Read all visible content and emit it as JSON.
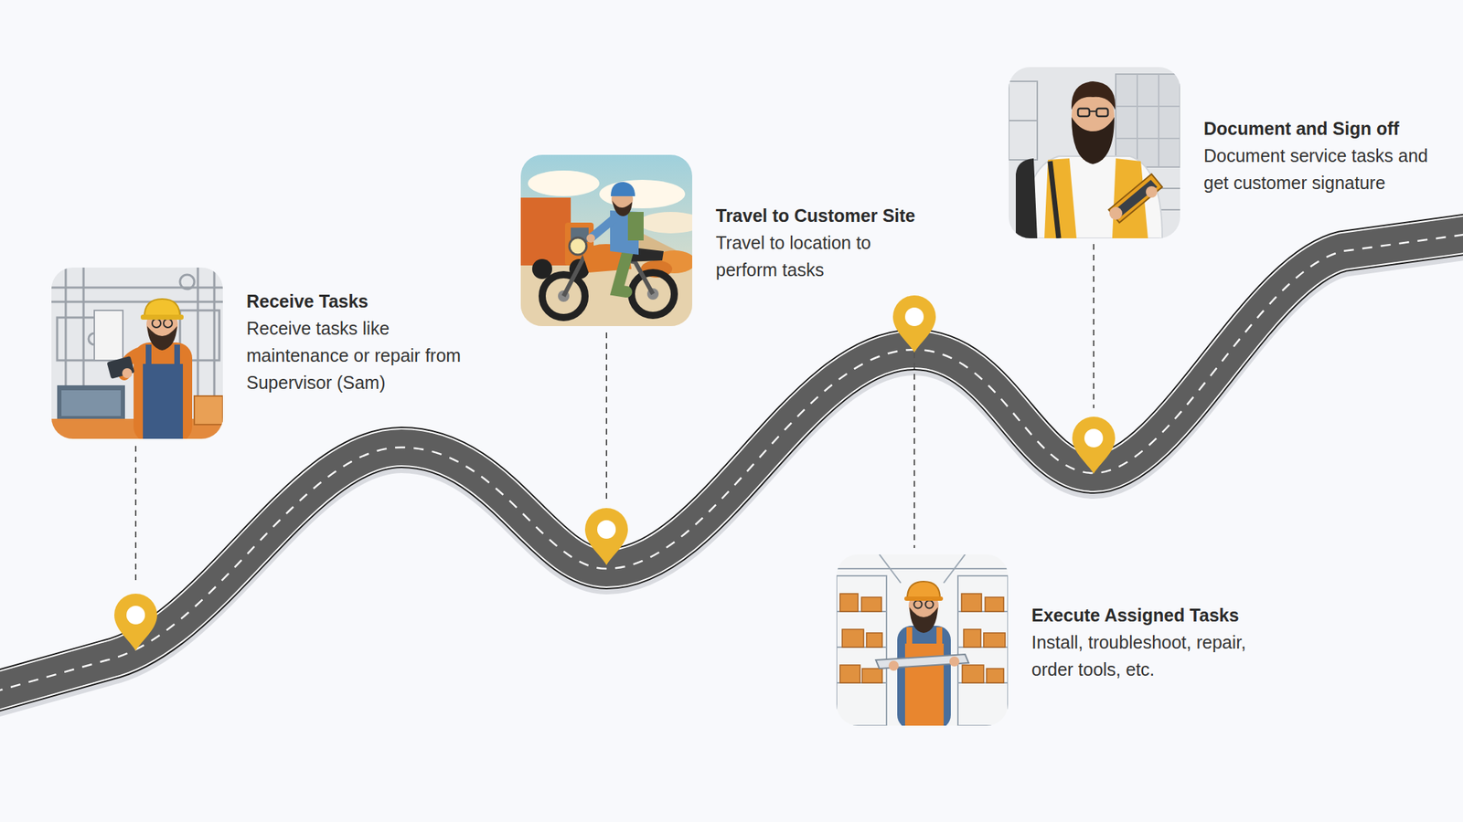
{
  "diagram": {
    "nodes": [
      {
        "text": [
          "Receive Tasks",
          "Receive tasks like maintenance or repair from Supervisor (Sam)"
        ]
      },
      {
        "text": [
          "Travel to Customer Site",
          "Travel to location to perform tasks"
        ]
      },
      {
        "text": [
          "Execute Assigned Tasks",
          "Install, troubleshoot, repair, order tools, etc."
        ]
      },
      {
        "text": [
          "Document and Sign off",
          "Document service tasks and get customer signature"
        ]
      }
    ]
  }
}
